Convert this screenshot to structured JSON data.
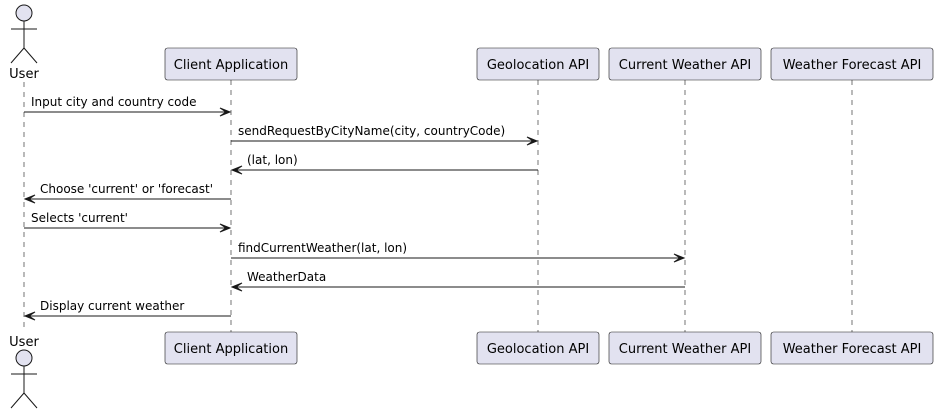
{
  "participants": [
    {
      "id": "user",
      "label": "User",
      "kind": "actor"
    },
    {
      "id": "client",
      "label": "Client Application",
      "kind": "participant"
    },
    {
      "id": "geo",
      "label": "Geolocation API",
      "kind": "participant"
    },
    {
      "id": "current",
      "label": "Current Weather API",
      "kind": "participant"
    },
    {
      "id": "forecast",
      "label": "Weather Forecast API",
      "kind": "participant"
    }
  ],
  "messages": [
    {
      "from": "user",
      "to": "client",
      "text": "Input city and country code"
    },
    {
      "from": "client",
      "to": "geo",
      "text": "sendRequestByCityName(city, countryCode)"
    },
    {
      "from": "geo",
      "to": "client",
      "text": "(lat, lon)"
    },
    {
      "from": "client",
      "to": "user",
      "text": "Choose 'current' or 'forecast'"
    },
    {
      "from": "user",
      "to": "client",
      "text": "Selects 'current'"
    },
    {
      "from": "client",
      "to": "current",
      "text": "findCurrentWeather(lat, lon)"
    },
    {
      "from": "current",
      "to": "client",
      "text": "WeatherData"
    },
    {
      "from": "client",
      "to": "user",
      "text": "Display current weather"
    }
  ]
}
